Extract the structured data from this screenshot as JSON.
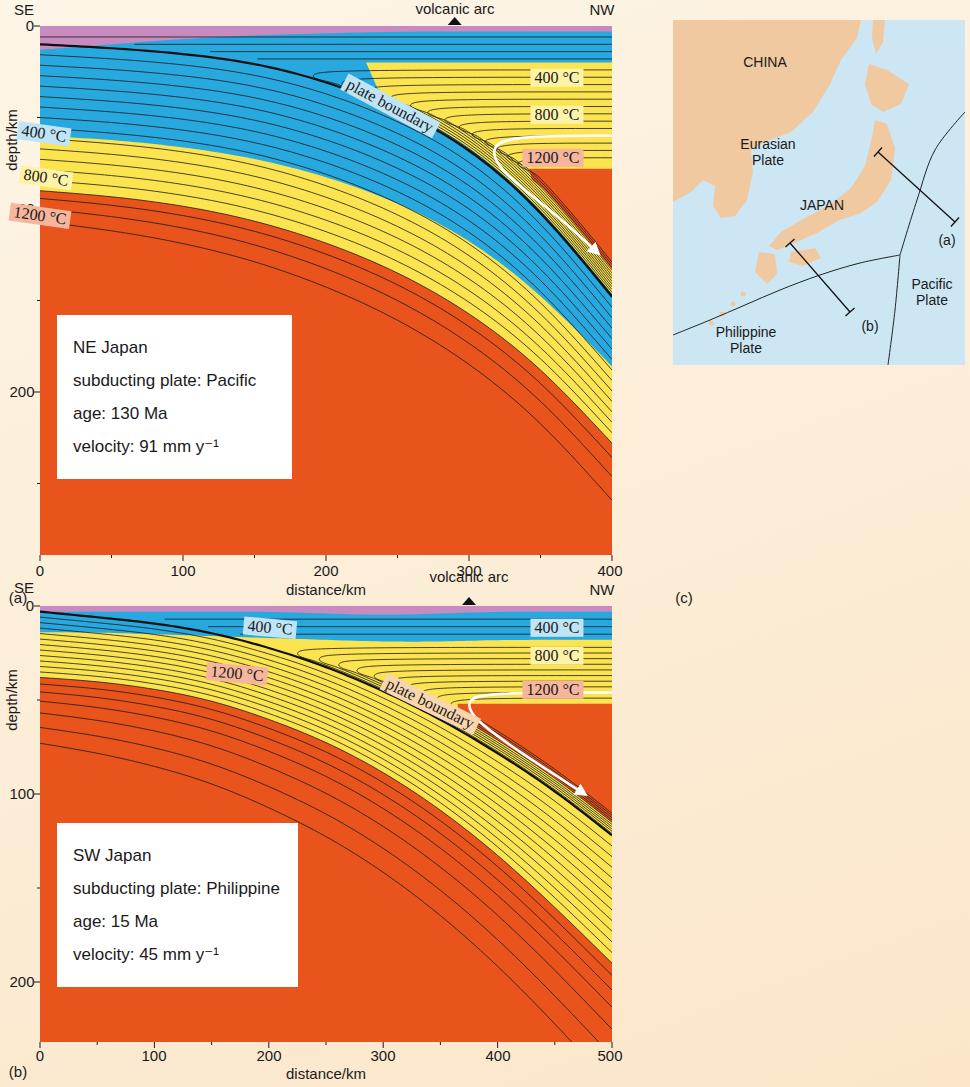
{
  "diagram": {
    "nodes": [
      {
        "text": [
          "NE Japan",
          "subducting plate: Pacific",
          "age: 130 Ma",
          "velocity: 91 mm y⁻¹"
        ]
      },
      {
        "text": [
          "SW Japan",
          "subducting plate: Philippine",
          "age: 15 Ma",
          "velocity: 45 mm y⁻¹"
        ]
      }
    ],
    "labels": [
      "SE",
      "volcanic arc",
      "NW",
      "0",
      "100",
      "200",
      "depth/km",
      "400 °C",
      "800 °C",
      "1200 °C",
      "plate boundary",
      "400 °C",
      "800 °C",
      "1200 °C",
      "0",
      "100",
      "200",
      "300",
      "400",
      "distance/km",
      "(a)",
      "CHINA",
      "Eurasian Plate",
      "JAPAN",
      "(a)",
      "Pacific Plate",
      "(b)",
      "Philippine Plate",
      "(c)",
      "SE",
      "volcanic arc",
      "NW",
      "0",
      "100",
      "200",
      "depth/km",
      "400 °C",
      "1200 °C",
      "plate boundary",
      "400 °C",
      "800 °C",
      "1200 °C",
      "0",
      "100",
      "200",
      "300",
      "400",
      "500",
      "distance/km",
      "(b)"
    ]
  }
}
